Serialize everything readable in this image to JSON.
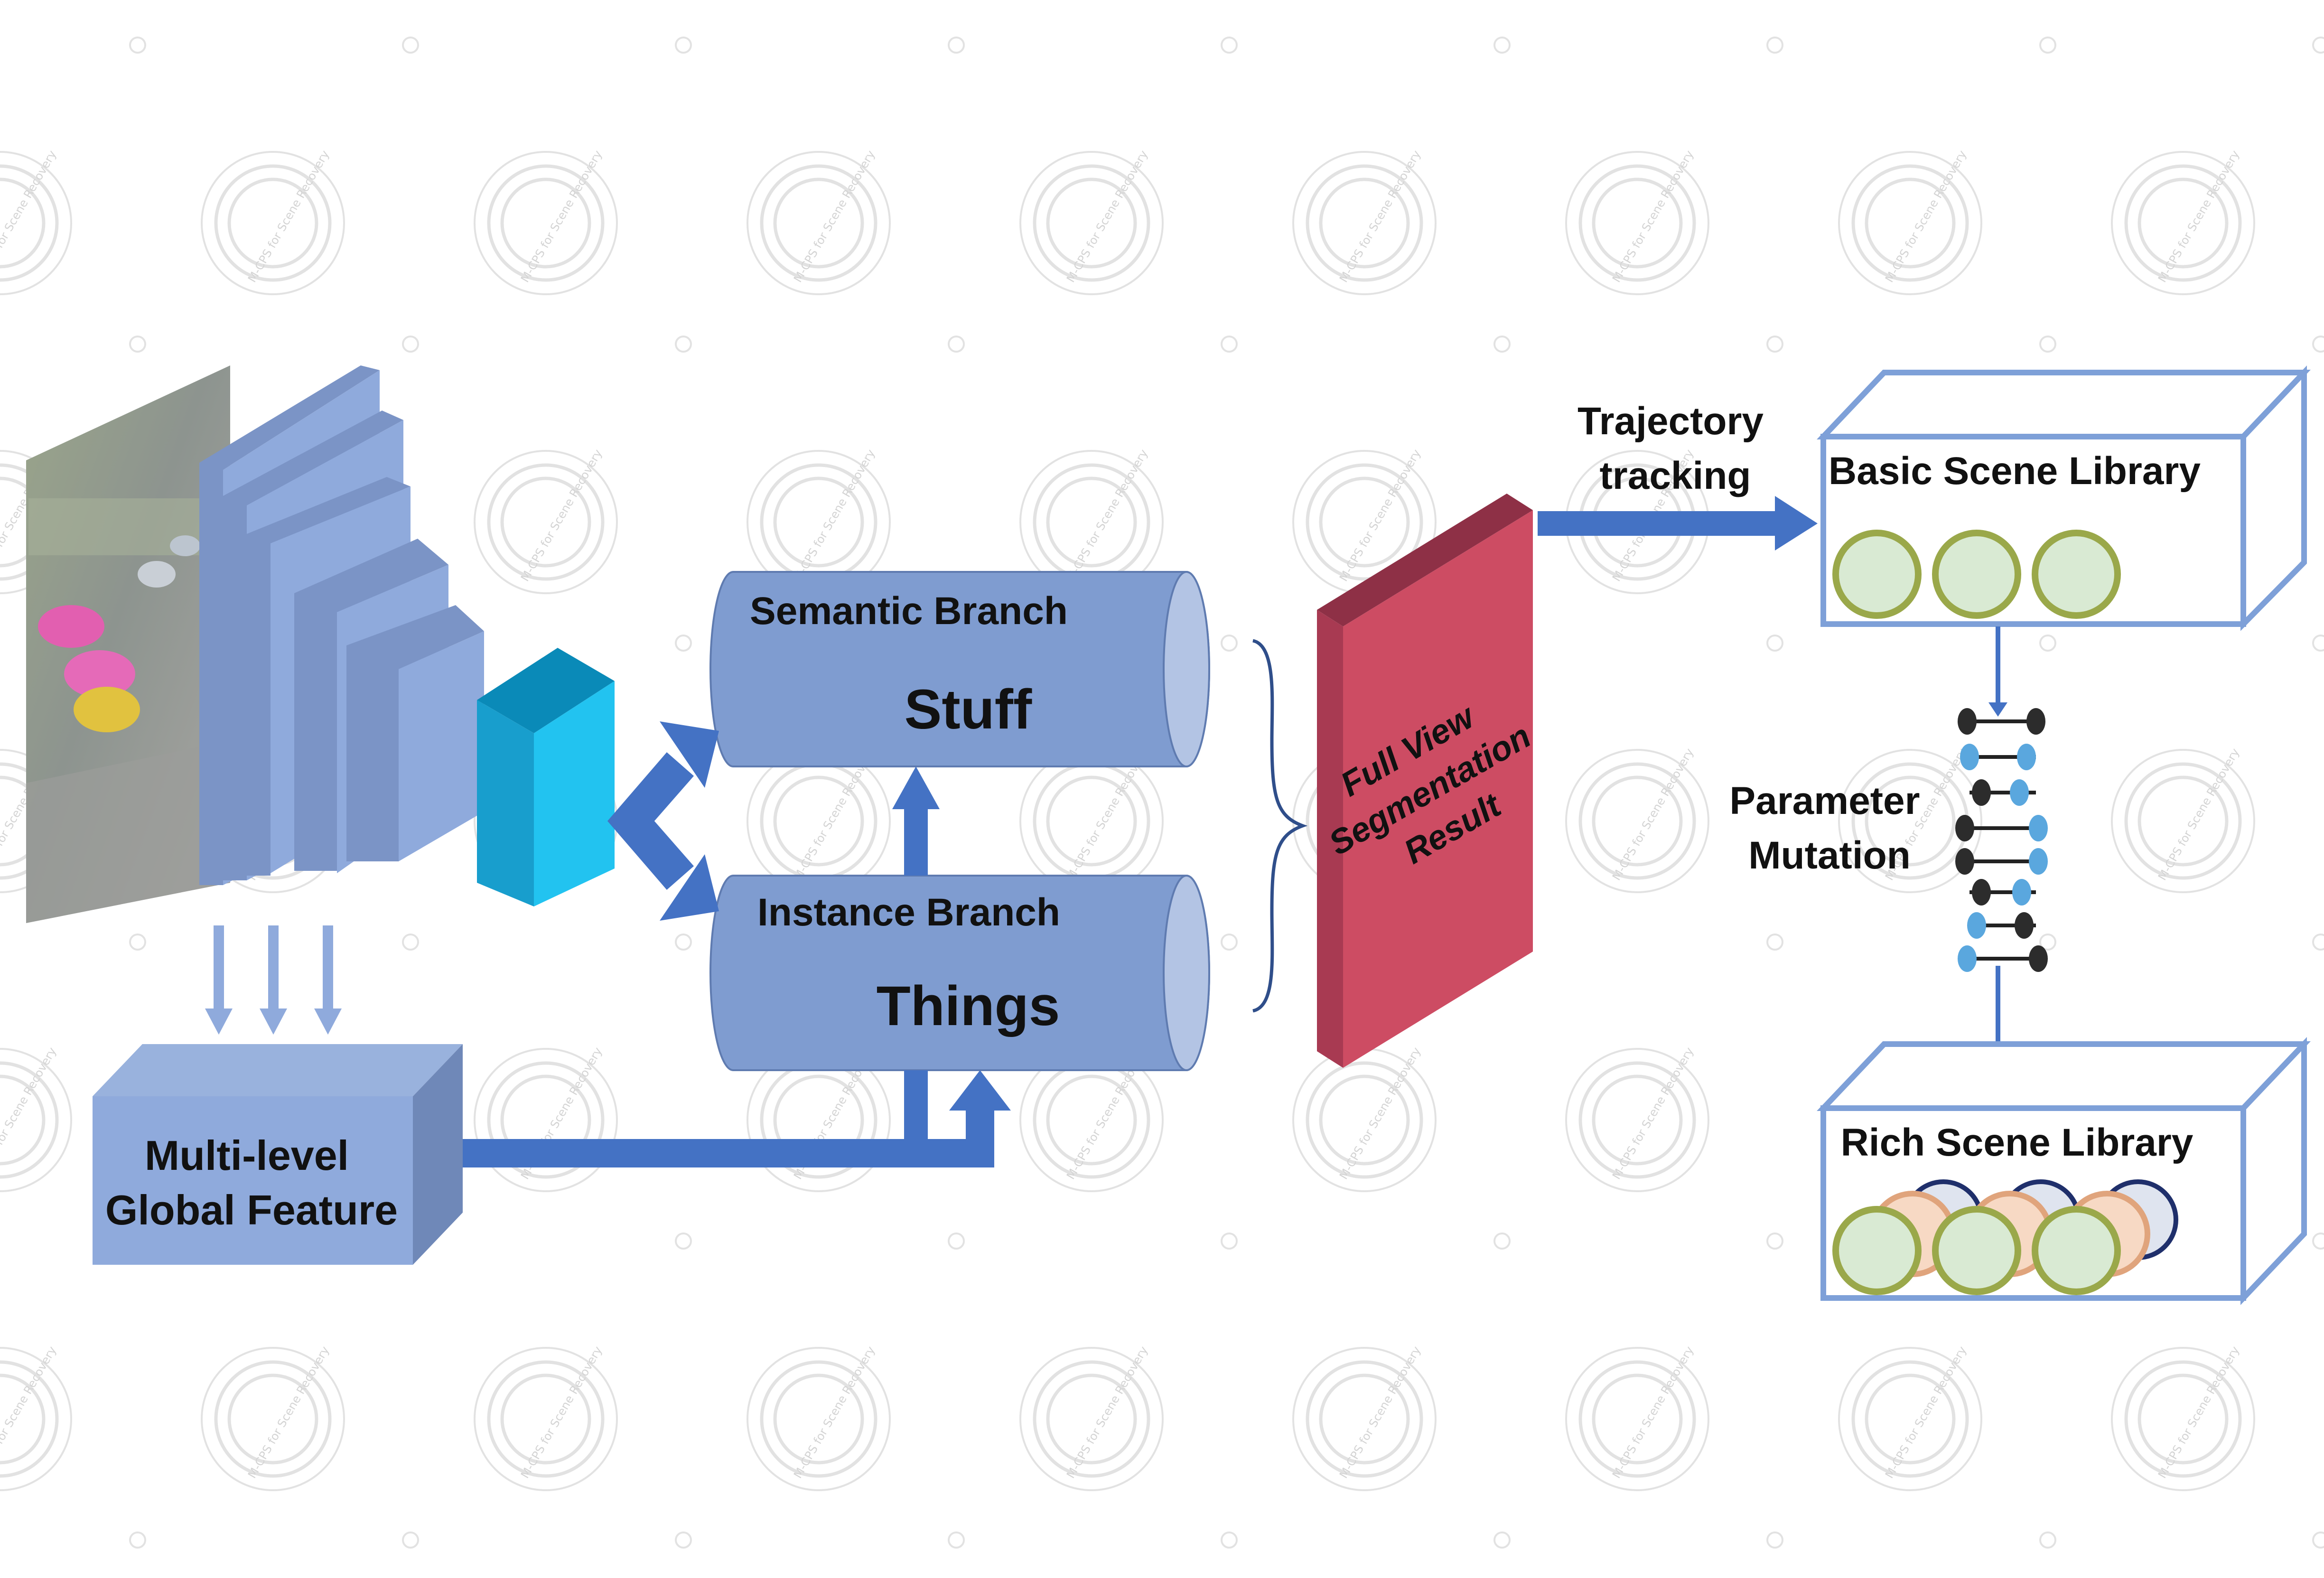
{
  "watermark": {
    "text": "M-CPS for Scene Recovery"
  },
  "labels": {
    "semantic_branch": "Semantic Branch",
    "stuff": "Stuff",
    "instance_branch": "Instance Branch",
    "things": "Things",
    "multi_level_line1": "Multi-level",
    "multi_level_line2": "Global Feature",
    "result_line1": "Full View",
    "result_line2": "Segmentation",
    "result_line3": "Result",
    "trajectory_line1": "Trajectory",
    "trajectory_line2": "tracking",
    "basic_library": "Basic Scene Library",
    "param_line1": "Parameter",
    "param_line2": "Mutation",
    "rich_library": "Rich Scene Library"
  },
  "colors": {
    "arrow_blue": "#4472c4",
    "layer_blue": "#8faadc",
    "cylinder_blue": "#7f9cd0",
    "teal_block": "#1fb8e8",
    "result_red": "#cd4c63",
    "library_outline": "#7ea0d8",
    "circle_fill": "#d9ead3",
    "circle_stroke": "#9aa84a"
  }
}
